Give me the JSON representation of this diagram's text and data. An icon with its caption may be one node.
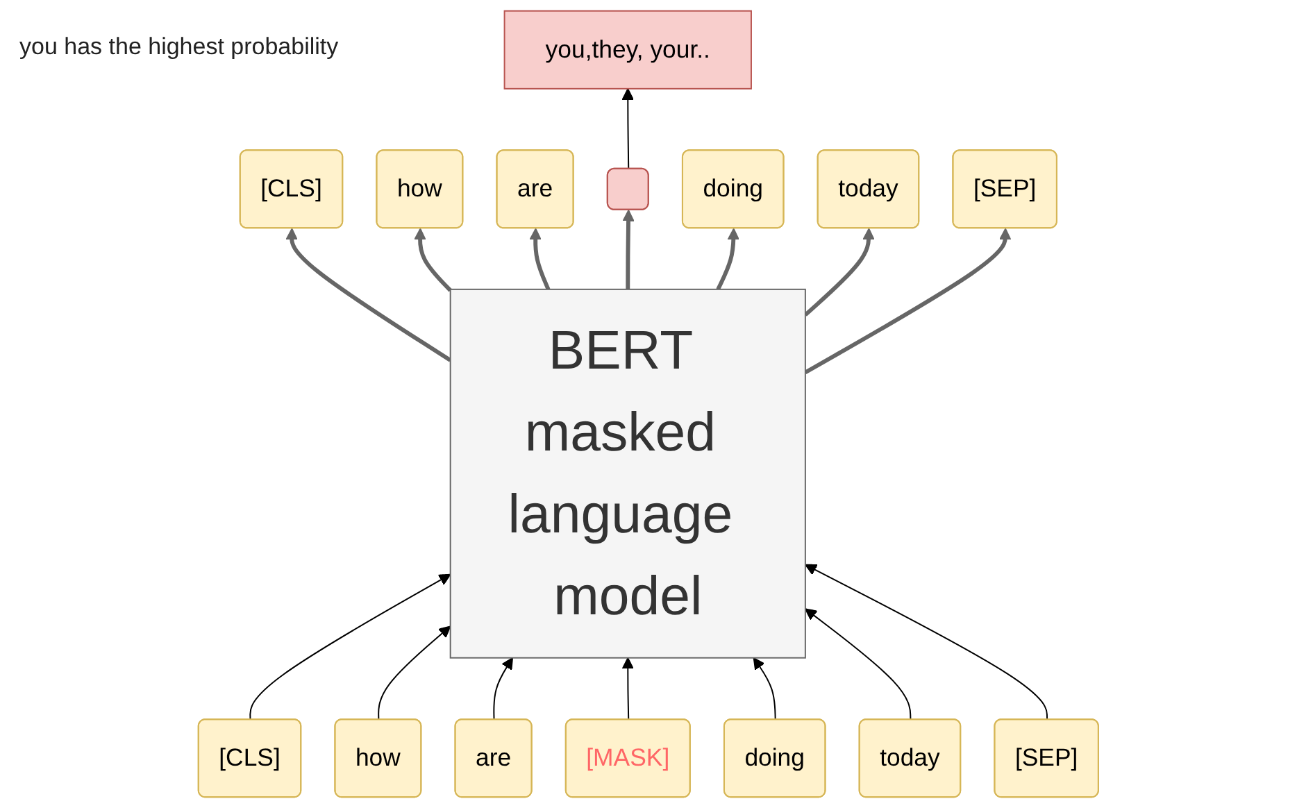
{
  "diagram": {
    "nodes": [
      {
        "text": [
          "you,they, your.."
        ]
      },
      {
        "text": [
          "[CLS]"
        ]
      },
      {
        "text": [
          "how"
        ]
      },
      {
        "text": [
          "are"
        ]
      },
      {
        "text": [],
        "shape": "box"
      },
      {
        "text": [
          "doing"
        ]
      },
      {
        "text": [
          "today"
        ]
      },
      {
        "text": [
          "[SEP]"
        ]
      },
      {
        "text": [
          "BERT masked language model"
        ]
      },
      {
        "text": [
          "[CLS]"
        ]
      },
      {
        "text": [
          "how"
        ]
      },
      {
        "text": [
          "are"
        ]
      },
      {
        "text": [
          "[MASK]"
        ]
      },
      {
        "text": [
          "doing"
        ]
      },
      {
        "text": [
          "today"
        ]
      },
      {
        "text": [
          "[SEP]"
        ]
      }
    ],
    "edges": [
      {
        "from": 9,
        "to": 8,
        "arrow": "to"
      },
      {
        "from": 10,
        "to": 8,
        "arrow": "to"
      },
      {
        "from": 11,
        "to": 8,
        "arrow": "to"
      },
      {
        "from": 12,
        "to": 8,
        "arrow": "to"
      },
      {
        "from": 13,
        "to": 8,
        "arrow": "to"
      },
      {
        "from": 14,
        "to": 8,
        "arrow": "to"
      },
      {
        "from": 15,
        "to": 8,
        "arrow": "to"
      },
      {
        "from": 8,
        "to": 1,
        "arrow": "to",
        "style": "thick",
        "color": "#666666"
      },
      {
        "from": 8,
        "to": 2,
        "arrow": "to",
        "style": "thick",
        "color": "#666666"
      },
      {
        "from": 8,
        "to": 3,
        "arrow": "to",
        "style": "thick",
        "color": "#666666"
      },
      {
        "from": 8,
        "to": 4,
        "arrow": "to",
        "style": "thick",
        "color": "#666666"
      },
      {
        "from": 8,
        "to": 5,
        "arrow": "to",
        "style": "thick",
        "color": "#666666"
      },
      {
        "from": 8,
        "to": 6,
        "arrow": "to",
        "style": "thick",
        "color": "#666666"
      },
      {
        "from": 8,
        "to": 7,
        "arrow": "to",
        "style": "thick",
        "color": "#666666"
      },
      {
        "from": 4,
        "to": 0,
        "arrow": "to"
      }
    ],
    "labels": [
      "you has the highest probability"
    ]
  }
}
